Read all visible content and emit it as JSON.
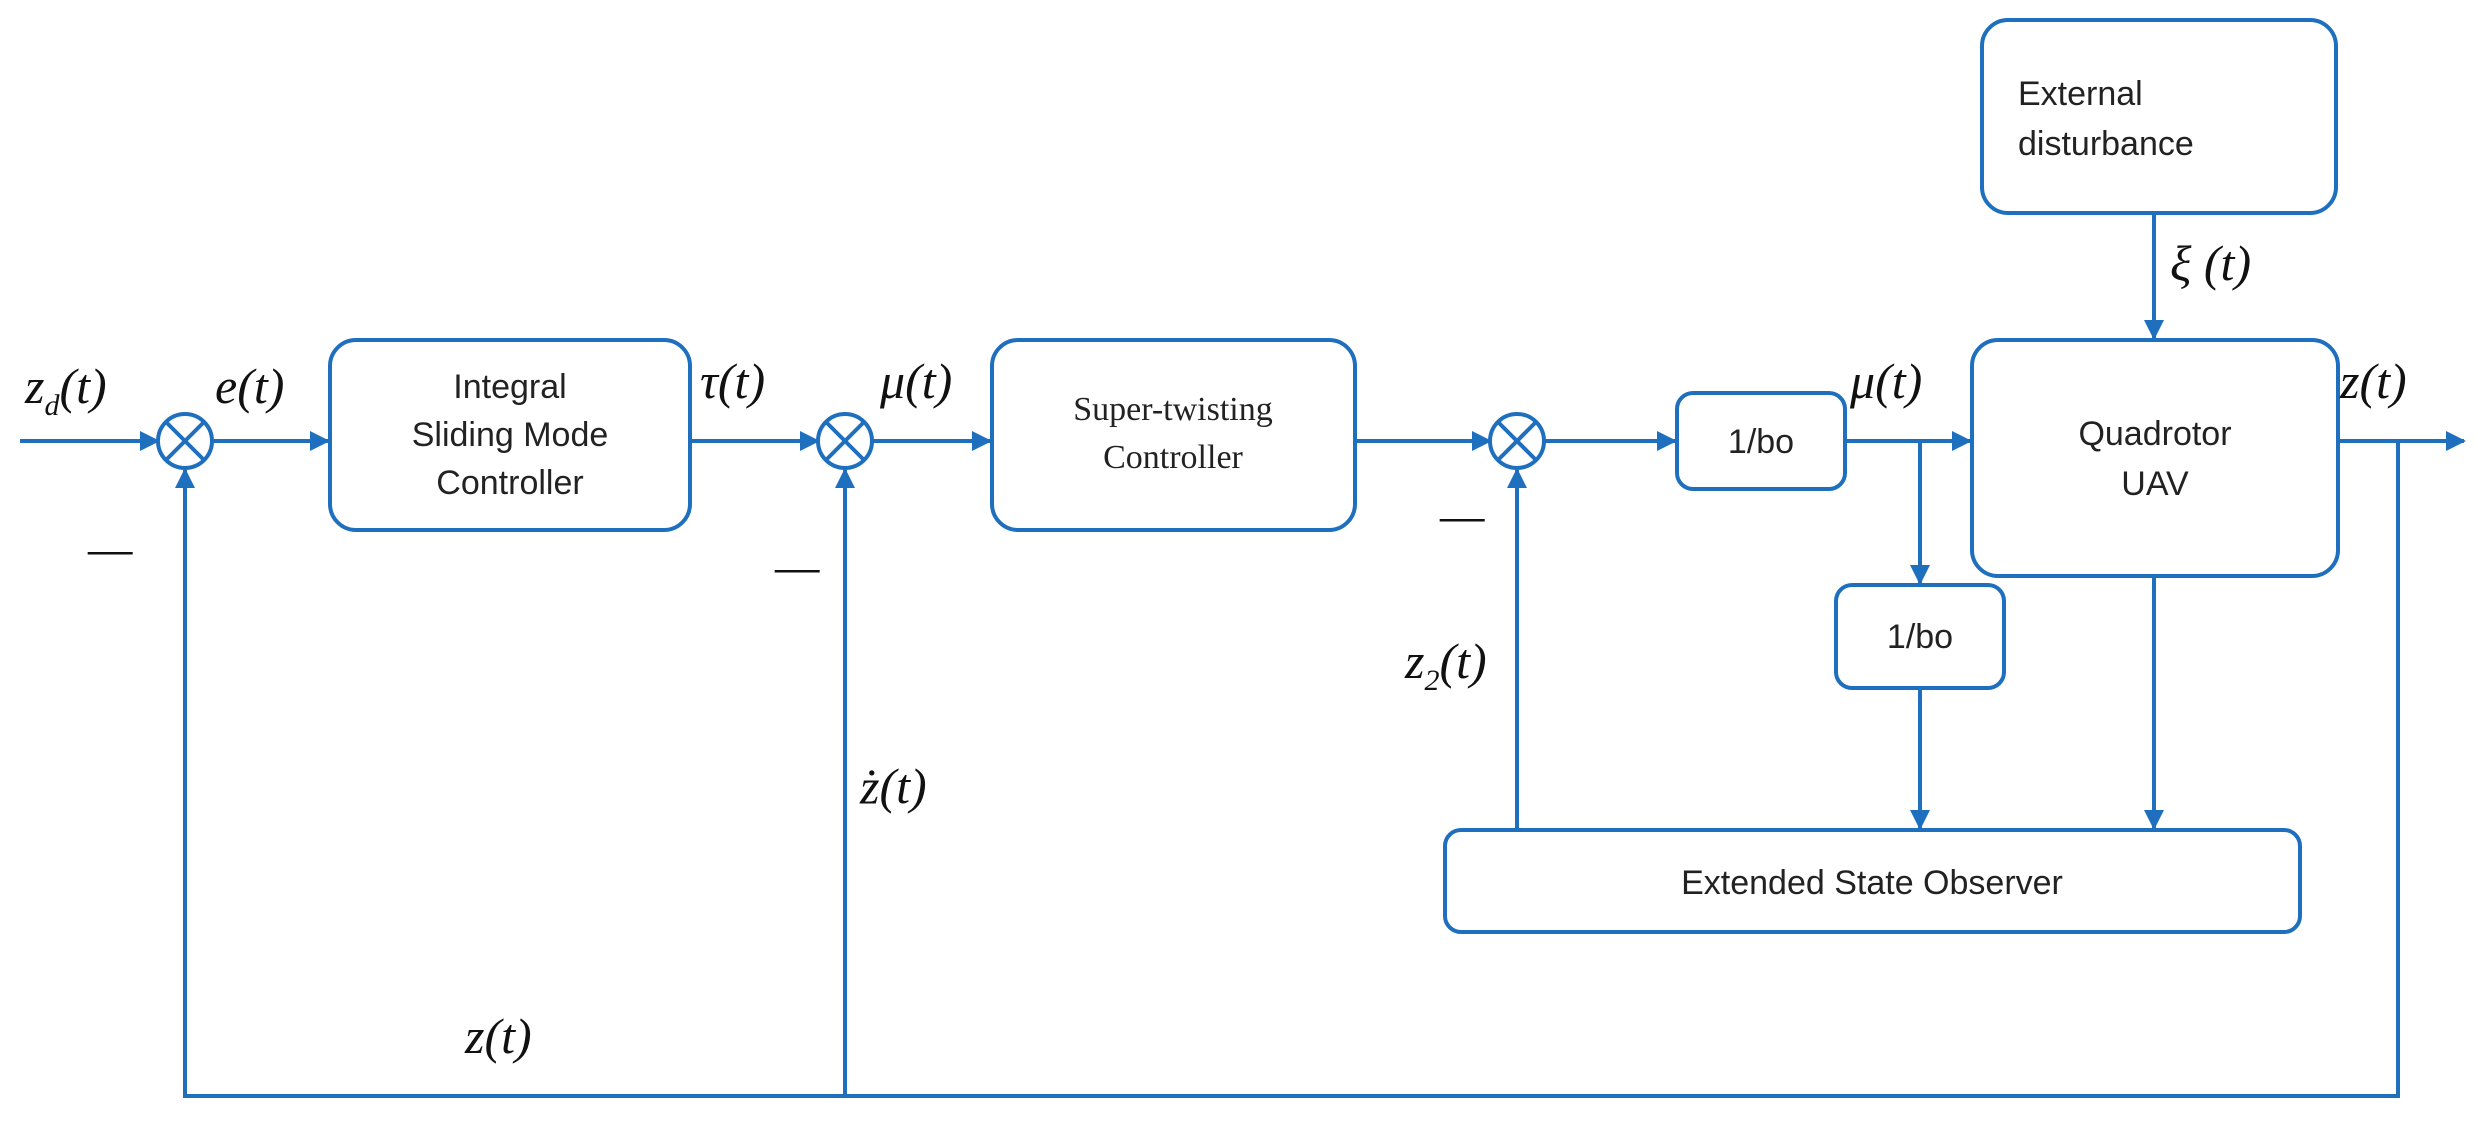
{
  "blocks": {
    "ismc": [
      "Integral",
      "Sliding Mode",
      "Controller"
    ],
    "stc": [
      "Super-twisting",
      "Controller"
    ],
    "inv1": "1/bo",
    "inv2": "1/bo",
    "uav": [
      "Quadrotor",
      "UAV"
    ],
    "ext": [
      "External",
      "disturbance"
    ],
    "eso": "Extended State Observer"
  },
  "signals": {
    "zd": "z",
    "zd_sub": "d",
    "zd_rest": "(t)",
    "e": "e(t)",
    "tau": "τ(t)",
    "mu1": "μ(t)",
    "mu2": "μ(t)",
    "xi": "ξ (t)",
    "zout": "z(t)",
    "z2": "z",
    "z2_sub": "2",
    "z2_rest": "(t)",
    "zdot": "ż(t)",
    "zfb": "z(t)"
  },
  "minus_sign": "—",
  "colors": {
    "line": "#1f6fbf",
    "text": "#222222"
  }
}
